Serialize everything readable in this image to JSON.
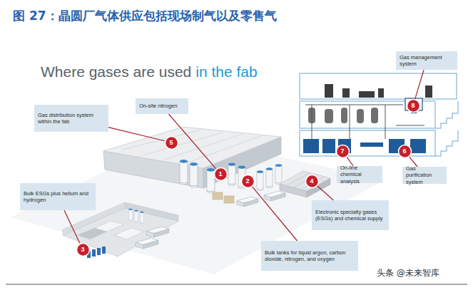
{
  "diagram": {
    "title": "图 27：晶圆厂气体供应包括现场制气以及零售气",
    "nodes": [
      {
        "text": [
          "Gas distribution system within the fab"
        ]
      },
      {
        "text": [
          "On-site nitrogen"
        ]
      },
      {
        "text": [
          "Gas management system"
        ]
      },
      {
        "text": [
          "5"
        ]
      },
      {
        "text": [
          "1"
        ]
      },
      {
        "text": [
          "2"
        ]
      },
      {
        "text": [
          "4"
        ]
      },
      {
        "text": [
          "8"
        ]
      },
      {
        "text": [
          "7"
        ]
      },
      {
        "text": [
          "6"
        ]
      },
      {
        "text": [
          "Bulk ESGs plus helium and hydrogen"
        ]
      },
      {
        "text": [
          "On-line chemical analysis"
        ]
      },
      {
        "text": [
          "Gas purification system"
        ]
      },
      {
        "text": [
          "Electronic specialty gases (ESGs) and chemical supply"
        ]
      },
      {
        "text": [
          "3"
        ]
      },
      {
        "text": [
          "Bulk tanks for liquid argon, carbon dioxide, nitrogen, and oxygen"
        ]
      }
    ],
    "edges": [
      {
        "from": 0,
        "to": 3,
        "arrow": "none"
      },
      {
        "from": 1,
        "to": 4,
        "arrow": "none"
      },
      {
        "from": 2,
        "to": 7,
        "arrow": "none"
      },
      {
        "from": 10,
        "to": 14,
        "arrow": "none"
      },
      {
        "from": 13,
        "to": 6,
        "arrow": "none"
      },
      {
        "from": 11,
        "to": 8,
        "arrow": "none"
      },
      {
        "from": 12,
        "to": 9,
        "arrow": "none"
      },
      {
        "from": 15,
        "to": 5,
        "arrow": "none"
      }
    ],
    "labels": [
      "Where gases are used",
      "in the fab",
      "头条 @未来智库"
    ]
  }
}
